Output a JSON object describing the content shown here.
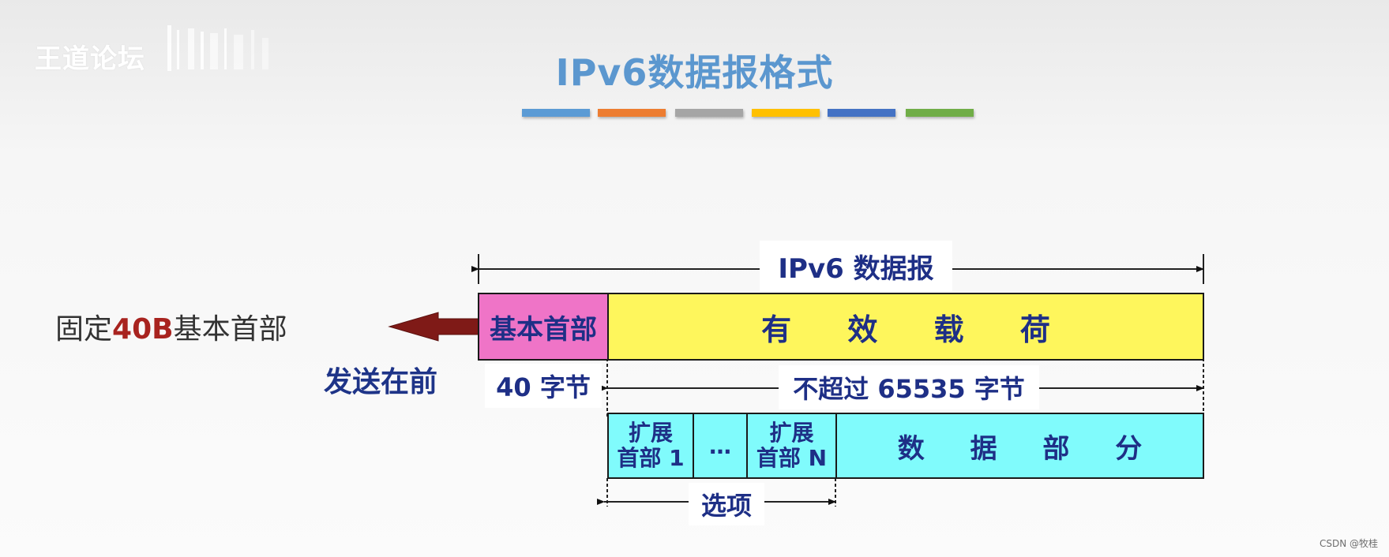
{
  "watermark": {
    "text": "王道论坛"
  },
  "title": "IPv6数据报格式",
  "title_bar_colors": [
    "#5b9bd5",
    "#ed7d31",
    "#a5a5a5",
    "#ffc000",
    "#4472c4",
    "#70ad47"
  ],
  "left_label": {
    "prefix": "固定",
    "highlight": "40B",
    "suffix": "基本首部"
  },
  "send_first_label": "发送在前",
  "diagram": {
    "datagram_label": "IPv6 数据报",
    "base_header_label": "基本首部",
    "payload_label": "有 效 载 荷",
    "base_header_size": "40 字节",
    "payload_size": "不超过 65535 字节",
    "ext_header_1_line1": "扩展",
    "ext_header_1_line2": "首部 1",
    "ellipsis": "…",
    "ext_header_n_line1": "扩展",
    "ext_header_n_line2": "首部 N",
    "data_part_label": "数 据 部 分",
    "options_label": "选项"
  },
  "colors": {
    "title": "#5b97cf",
    "base_header_fill": "#ef74c7",
    "payload_fill": "#fef65c",
    "extension_fill": "#80fbfc",
    "arrow_fill": "#7f1a17",
    "diagram_text": "#1e2f86",
    "highlight_text": "#a8231f"
  },
  "credit": "CSDN @牧桂"
}
